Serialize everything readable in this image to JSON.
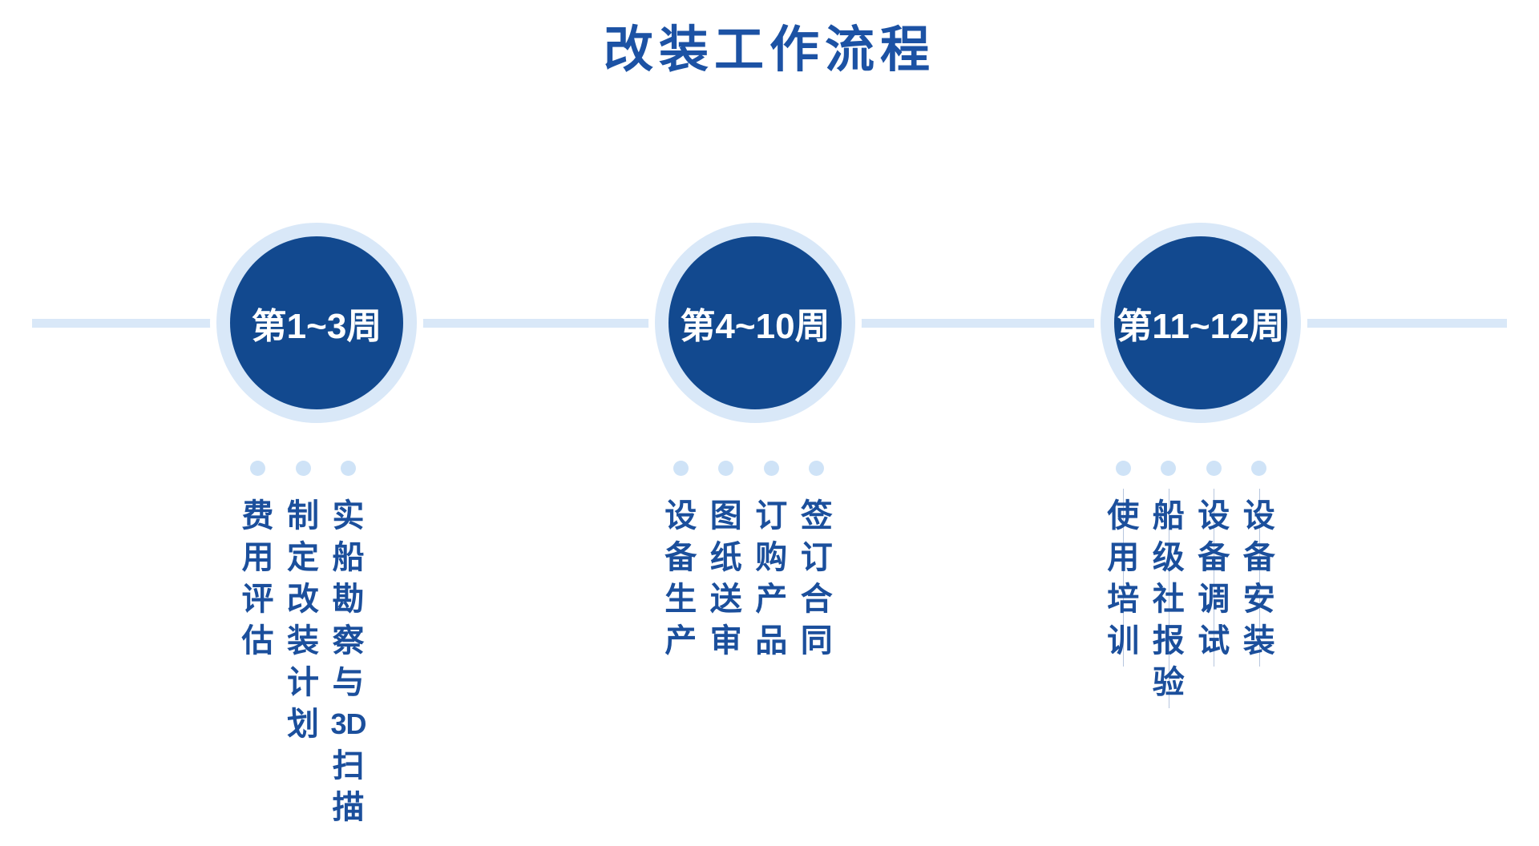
{
  "title": "改装工作流程",
  "colors": {
    "title_blue": "#1c52a4",
    "dark_blue": "#12498f",
    "text_blue": "#1b4f9c",
    "light_blue": "#d9e8f8",
    "dot_blue": "#cfe3f7",
    "guide_line": "#b7c6de",
    "circle_label_color": "#ffffff",
    "background": "#ffffff"
  },
  "timeline": {
    "groups": [
      {
        "week_label": "第1~3周",
        "columns": [
          "费用评估",
          "制定改装计划",
          "实船勘察与3D扫描"
        ],
        "guide_lines": false
      },
      {
        "week_label": "第4~10周",
        "columns": [
          "设备生产",
          "图纸送审",
          "订购产品",
          "签订合同"
        ],
        "guide_lines": false
      },
      {
        "week_label": "第11~12周",
        "columns": [
          "使用培训",
          "船级社报验",
          "设备调试",
          "设备安装"
        ],
        "guide_lines": true
      }
    ]
  }
}
